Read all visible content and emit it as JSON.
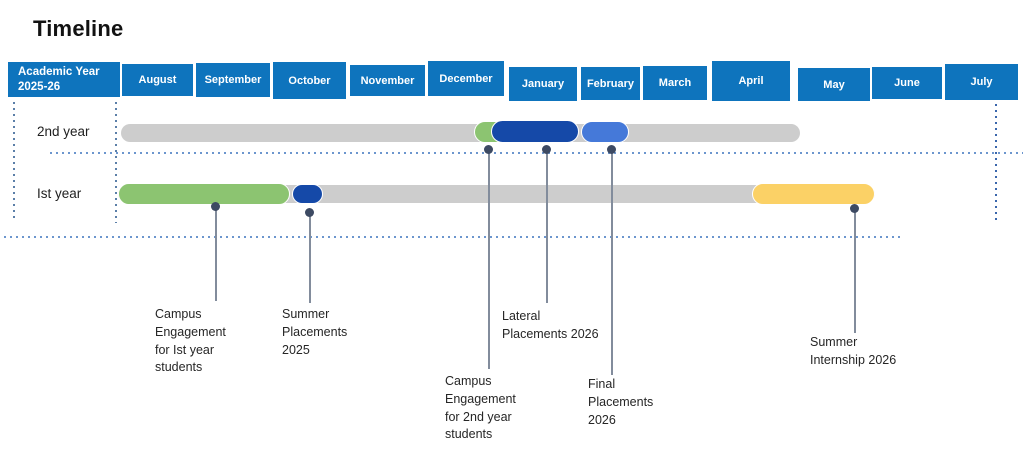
{
  "title": "Timeline",
  "header": {
    "axis_label": "Academic Year\n2025-26",
    "months": [
      "August",
      "September",
      "October",
      "November",
      "December",
      "January",
      "February",
      "March",
      "April",
      "May",
      "June",
      "July"
    ]
  },
  "rows": {
    "second_year": "2nd year",
    "first_year": "Ist year"
  },
  "callouts": {
    "campus_1st": "Campus\nEngagement\nfor Ist year\nstudents",
    "summer_2025": "Summer\nPlacements\n2025",
    "campus_2nd": "Campus\nEngagement\nfor 2nd year\nstudents",
    "lateral_2026": "Lateral\nPlacements 2026",
    "final_2026": "Final\nPlacements\n2026",
    "summer_internship_2026": "Summer\nInternship 2026"
  },
  "colors": {
    "header_blue": "#0E74BD",
    "green": "#8CC471",
    "dark_blue": "#1549A8",
    "light_blue": "#4579D9",
    "yellow": "#FBD166",
    "track_gray": "#CDCDCD",
    "connector_line": "#828C9C",
    "connector_dot": "#3D4A63",
    "dotted_guide": "#6C96CE"
  },
  "chart_data": {
    "type": "timeline",
    "title": "Timeline",
    "axis_label": "Academic Year 2025-26",
    "months": [
      "August",
      "September",
      "October",
      "November",
      "December",
      "January",
      "February",
      "March",
      "April",
      "May",
      "June",
      "July"
    ],
    "legend_position": "none",
    "rows": [
      {
        "label": "2nd year",
        "track_span": {
          "start": "August",
          "end": "early May"
        },
        "events": [
          {
            "label": "Campus Engagement for 2nd year students",
            "color": "#8CC471",
            "start": "mid December",
            "end": "late December"
          },
          {
            "label": "Lateral Placements 2026",
            "color": "#1549A8",
            "start": "January",
            "end": "early February"
          },
          {
            "label": "Final Placements 2026",
            "color": "#4579D9",
            "start": "early February",
            "end": "late February"
          }
        ]
      },
      {
        "label": "Ist year",
        "track_span": {
          "start": "August",
          "end": "early June"
        },
        "events": [
          {
            "label": "Campus Engagement for Ist year students",
            "color": "#8CC471",
            "start": "August",
            "end": "mid October"
          },
          {
            "label": "Summer Placements 2025",
            "color": "#1549A8",
            "start": "mid October",
            "end": "late October"
          },
          {
            "label": "Summer Internship 2026",
            "color": "#FBD166",
            "start": "mid April",
            "end": "early June"
          }
        ]
      }
    ]
  }
}
